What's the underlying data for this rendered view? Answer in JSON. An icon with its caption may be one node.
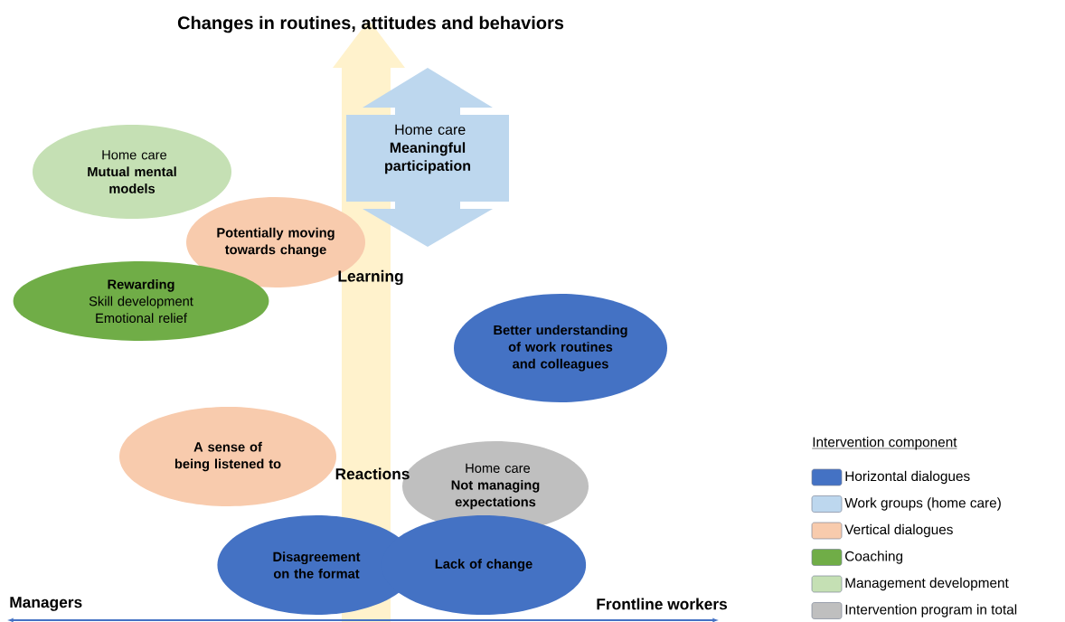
{
  "diagram": {
    "title": "Changes in routines, attitudes and behaviors",
    "nodes": [
      {
        "text": [
          "Home care",
          "Meaningful participation"
        ]
      },
      {
        "text": [
          "Home care",
          "Mutual mental models"
        ]
      },
      {
        "text": [
          "Potentially moving towards change"
        ]
      },
      {
        "text": [
          "Rewarding",
          "Skill development",
          "Emotional relief"
        ]
      },
      {
        "text": [
          "Better understanding of work routines and colleagues"
        ]
      },
      {
        "text": [
          "A sense of being listened to"
        ]
      },
      {
        "text": [
          "Home care",
          "Not managing expectations"
        ]
      },
      {
        "text": [
          "Disagreement on the format"
        ]
      },
      {
        "text": [
          "Lack of change"
        ]
      }
    ],
    "labels": [
      "Learning",
      "Reactions",
      "Managers",
      "Frontline workers",
      "Intervention component"
    ],
    "legend": [
      {
        "text": "Horizontal dialogues",
        "color": "#4472c4"
      },
      {
        "text": "Work groups (home care)",
        "color": "#bdd7ee"
      },
      {
        "text": "Vertical dialogues",
        "color": "#f8cbad"
      },
      {
        "text": "Coaching",
        "color": "#70ad47"
      },
      {
        "text": "Management development",
        "color": "#c5e0b4"
      },
      {
        "text": "Intervention program in total",
        "color": "#bfbfbf"
      }
    ]
  }
}
